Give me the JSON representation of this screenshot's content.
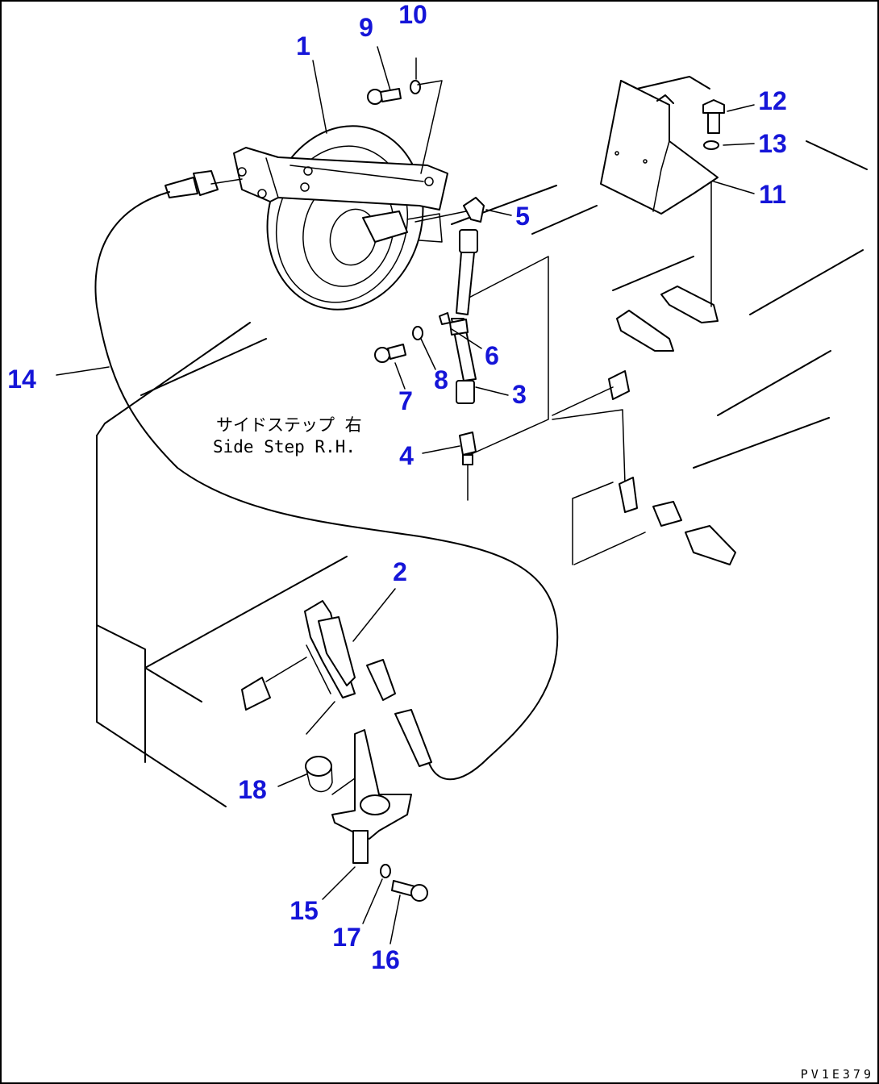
{
  "labels": {
    "p1": "1",
    "p2": "2",
    "p3": "3",
    "p4": "4",
    "p5": "5",
    "p6": "6",
    "p7": "7",
    "p8": "8",
    "p9": "9",
    "p10": "10",
    "p11": "11",
    "p12": "12",
    "p13": "13",
    "p14": "14",
    "p15": "15",
    "p16": "16",
    "p17": "17",
    "p18": "18"
  },
  "note": {
    "jp": "サイドステップ 右",
    "en": "Side Step R.H."
  },
  "drawing_code": "PV1E379",
  "colors": {
    "callout": "#1515d8",
    "line": "#000000",
    "background": "#ffffff"
  }
}
